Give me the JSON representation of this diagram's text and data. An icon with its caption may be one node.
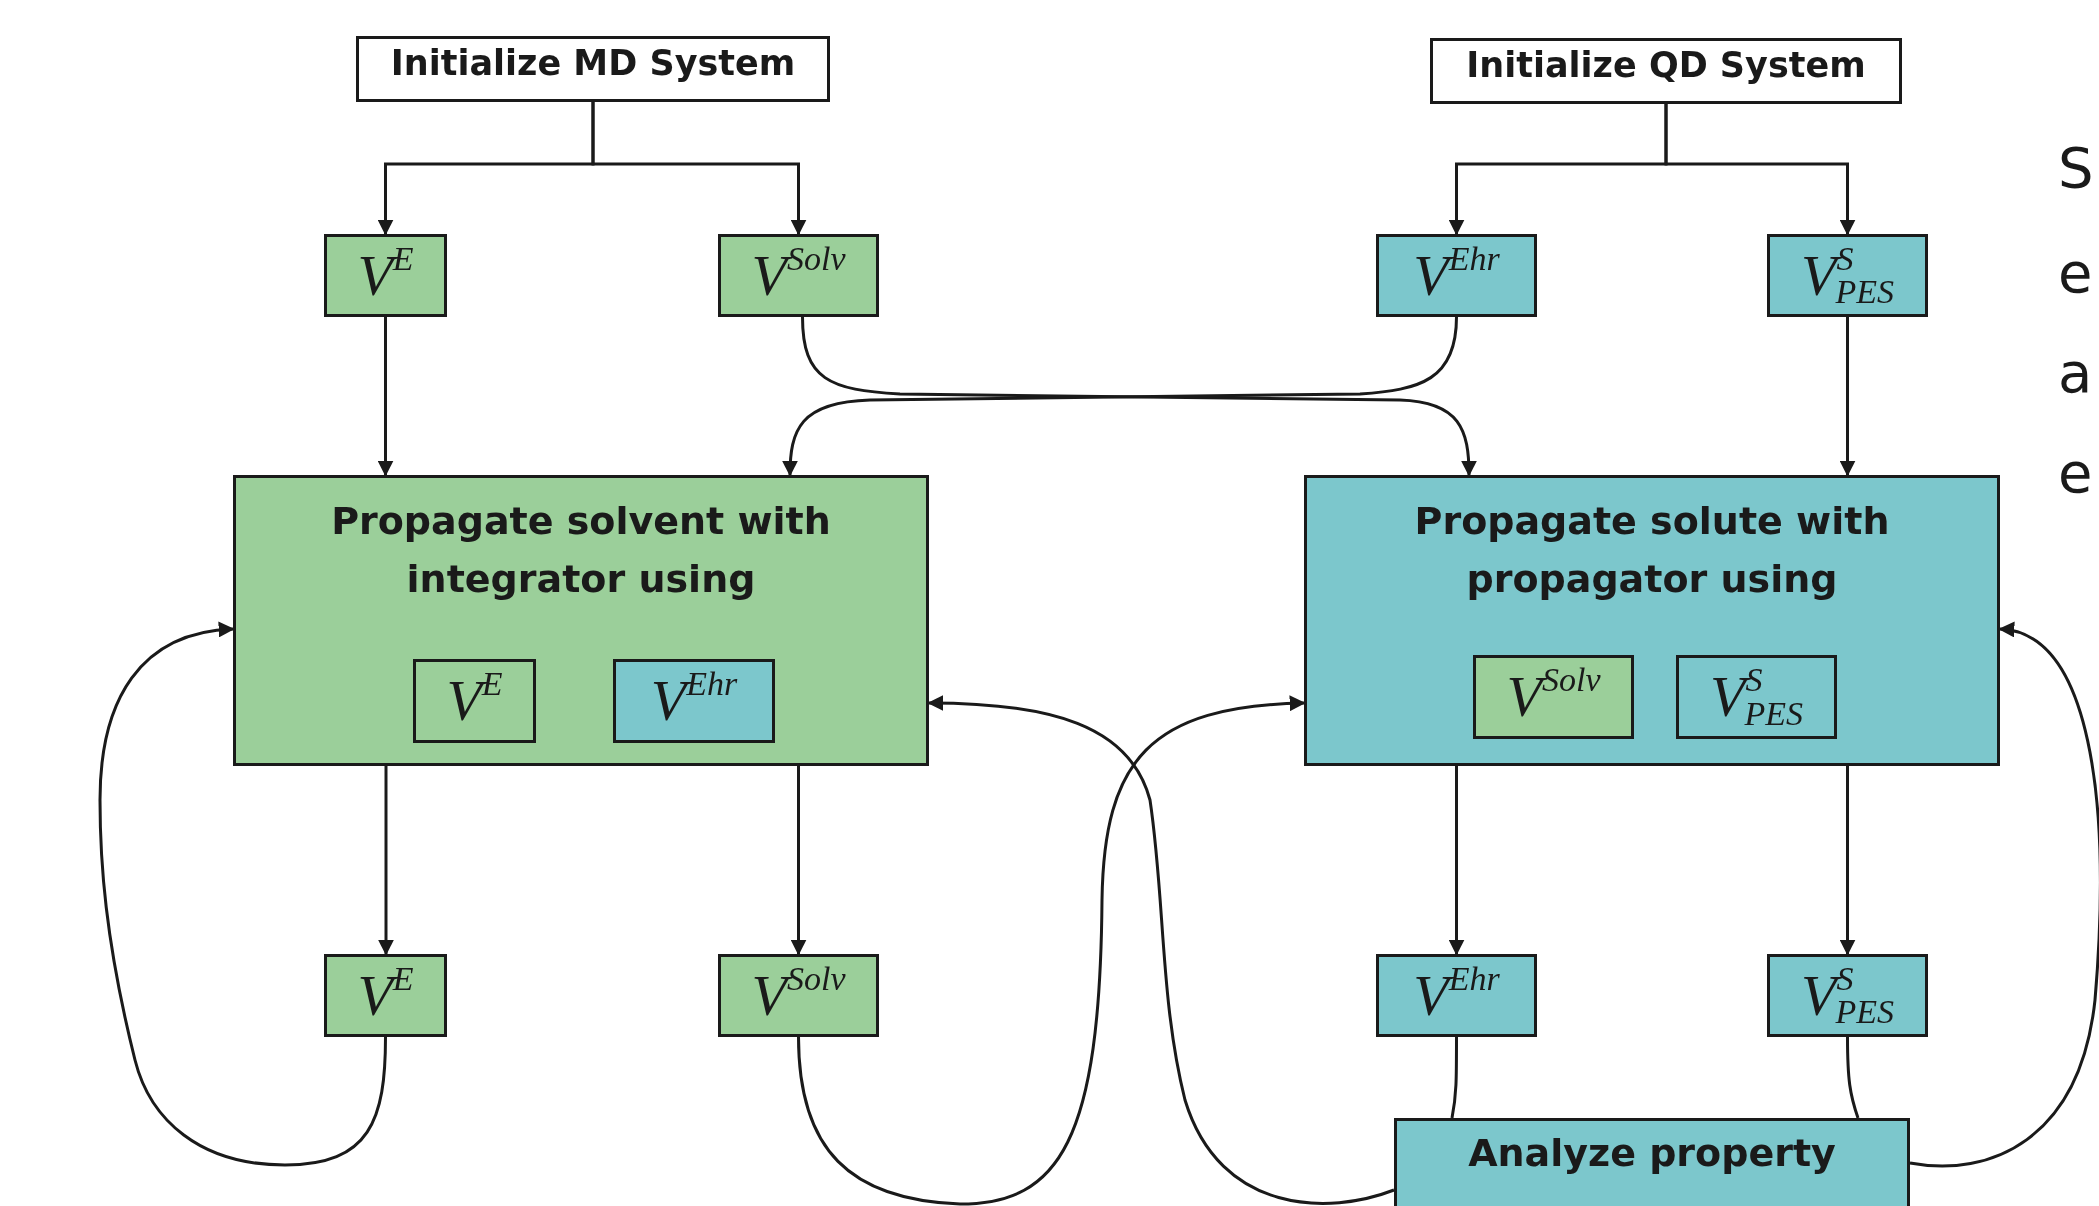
{
  "diagram": {
    "nodes": [
      {
        "text": [
          "Initialize MD System"
        ]
      },
      {
        "text": [
          "Initialize QD System"
        ]
      },
      {
        "text": [
          "V$^{E}$"
        ]
      },
      {
        "text": [
          "V$^{Solv}$"
        ]
      },
      {
        "text": [
          "V$^{Ehr}$"
        ]
      },
      {
        "text": [
          "V$^{S}$$_{PES}$"
        ]
      },
      {
        "text": [
          "Propagate solvent with integrator using"
        ]
      },
      {
        "text": [
          "V$^{E}$"
        ],
        "in": 6
      },
      {
        "text": [
          "V$^{Ehr}$"
        ],
        "in": 6
      },
      {
        "text": [
          "Propagate solute with propagator using"
        ]
      },
      {
        "text": [
          "V$^{Solv}$"
        ],
        "in": 9
      },
      {
        "text": [
          "V$^{S}$$_{PES}$"
        ],
        "in": 9
      },
      {
        "text": [
          "V$^{E}$"
        ]
      },
      {
        "text": [
          "V$^{Solv}$"
        ]
      },
      {
        "text": [
          "V$^{Ehr}$"
        ]
      },
      {
        "text": [
          "V$^{S}$$_{PES}$"
        ]
      },
      {
        "text": [
          "Analyze property"
        ]
      }
    ],
    "edges": [
      {
        "from": 0,
        "to": 2,
        "arrow": "to"
      },
      {
        "from": 0,
        "to": 3,
        "arrow": "to"
      },
      {
        "from": 1,
        "to": 4,
        "arrow": "to"
      },
      {
        "from": 1,
        "to": 5,
        "arrow": "to"
      },
      {
        "from": 2,
        "to": 6,
        "arrow": "to"
      },
      {
        "from": 3,
        "to": 9,
        "arrow": "to"
      },
      {
        "from": 4,
        "to": 6,
        "arrow": "to"
      },
      {
        "from": 5,
        "to": 9,
        "arrow": "to"
      },
      {
        "from": 6,
        "to": 12,
        "arrow": "to"
      },
      {
        "from": 6,
        "to": 13,
        "arrow": "to"
      },
      {
        "from": 9,
        "to": 14,
        "arrow": "to"
      },
      {
        "from": 9,
        "to": 15,
        "arrow": "to"
      },
      {
        "from": 12,
        "to": 6,
        "arrow": "to"
      },
      {
        "from": 13,
        "to": 9,
        "arrow": "to"
      },
      {
        "from": 16,
        "to": 6,
        "arrow": "to"
      },
      {
        "from": 14,
        "to": 16,
        "arrow": "none"
      },
      {
        "from": 15,
        "to": 16,
        "arrow": "none"
      },
      {
        "from": 16,
        "to": 9,
        "arrow": "to"
      }
    ],
    "labels": [
      "S",
      "e",
      "a",
      "e"
    ]
  }
}
